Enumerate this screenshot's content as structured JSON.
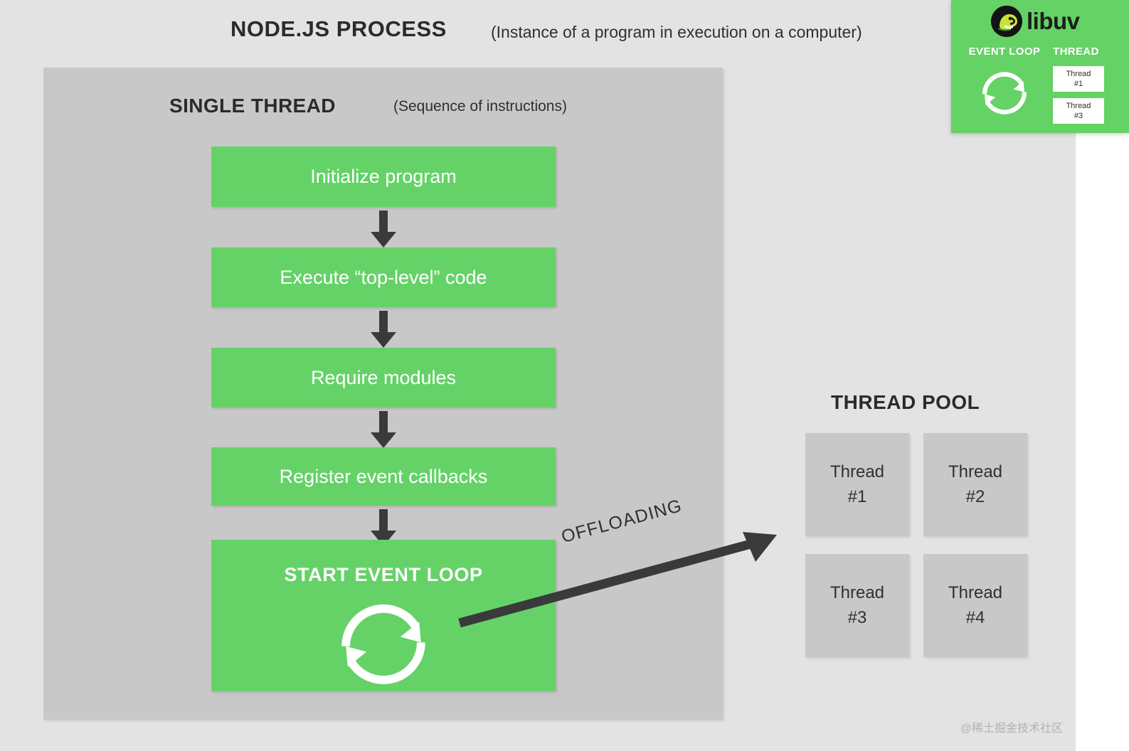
{
  "process": {
    "title": "NODE.JS PROCESS",
    "subtitle": "(Instance of a program in execution on a computer)"
  },
  "single_thread": {
    "title": "SINGLE THREAD",
    "subtitle": "(Sequence of instructions)"
  },
  "steps": [
    {
      "label": "Initialize program"
    },
    {
      "label": "Execute “top-level” code"
    },
    {
      "label": "Require modules"
    },
    {
      "label": "Register event callbacks"
    },
    {
      "label": "START EVENT LOOP"
    }
  ],
  "offloading": {
    "label": "OFFLOADING"
  },
  "thread_pool": {
    "title": "THREAD POOL",
    "threads": [
      {
        "name": "Thread",
        "number": "#1"
      },
      {
        "name": "Thread",
        "number": "#2"
      },
      {
        "name": "Thread",
        "number": "#3"
      },
      {
        "name": "Thread",
        "number": "#4"
      }
    ]
  },
  "libuv_card": {
    "wordmark": "libuv",
    "event_loop_label": "EVENT LOOP",
    "thread_pool_label": "THREAD",
    "threads": [
      {
        "name": "Thread",
        "number": "#1"
      },
      {
        "name": "Thread",
        "number": "#3"
      }
    ]
  },
  "watermark": "@稀土掘金技术社区",
  "colors": {
    "page_background": "#e3e3e3",
    "panel_gray": "#c8c8c8",
    "accent_green": "#65d268",
    "libuv_green": "#64d264",
    "arrow_dark": "#3a3a3a",
    "text_dark": "#2b2b2b",
    "step_text": "#ffffff"
  }
}
